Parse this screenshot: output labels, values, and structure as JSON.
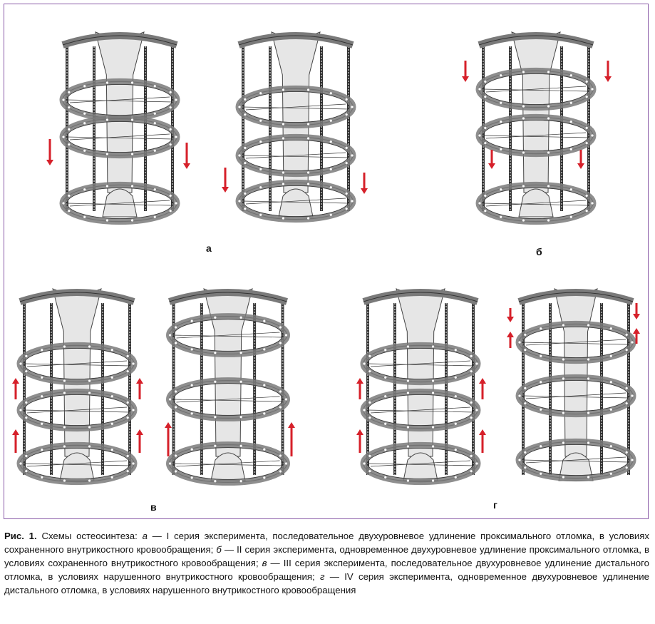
{
  "figure": {
    "panels": [
      {
        "id": "a",
        "label": "а"
      },
      {
        "id": "b",
        "label": "б"
      },
      {
        "id": "v",
        "label": "в"
      },
      {
        "id": "g",
        "label": "г"
      }
    ],
    "colors": {
      "frame": "#8a5ca8",
      "arrow": "#d6202a",
      "metal": "#7a7a7a",
      "bone": "#e6e6e6"
    }
  },
  "caption": {
    "prefix": "Рис. 1.",
    "text": " Схемы остеосинтеза: ",
    "a_letter": "а",
    "a_text": " — I серия эксперимента, последовательное двухуровневое удлинение проксимального отломка, в условиях сохраненного внутрикостного кровообращения; ",
    "b_letter": "б",
    "b_text": " — II серия эксперимента, одновременное двухуровневое удлинение проксимального отломка, в условиях сохраненного внутрикостного кровообращения; ",
    "v_letter": "в",
    "v_text": " — III серия эксперимента, последовательное двухуровневое удлинение дистального отломка, в условиях нарушенного внутрикостного кровообращения; ",
    "g_letter": "г",
    "g_text": " — IV серия эксперимента, одновременное двухуровневое удлинение дистального отломка, в условиях нарушенного внутрикостного кровообращения"
  }
}
